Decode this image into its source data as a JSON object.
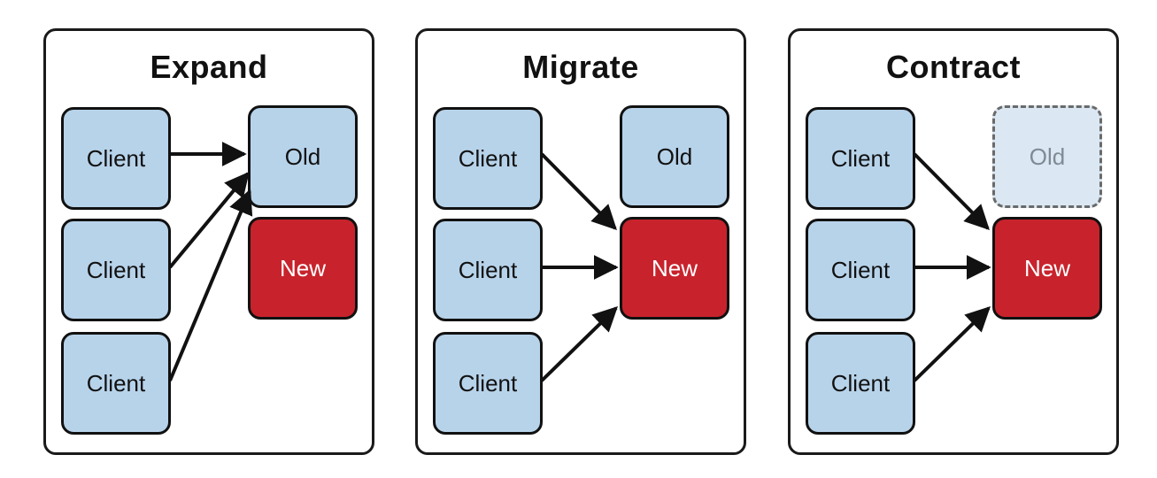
{
  "panels": [
    {
      "title": "Expand",
      "clients": [
        "Client",
        "Client",
        "Client"
      ],
      "old_label": "Old",
      "new_label": "New"
    },
    {
      "title": "Migrate",
      "clients": [
        "Client",
        "Client",
        "Client"
      ],
      "old_label": "Old",
      "new_label": "New"
    },
    {
      "title": "Contract",
      "clients": [
        "Client",
        "Client",
        "Client"
      ],
      "old_label": "Old",
      "new_label": "New"
    }
  ],
  "colors": {
    "client_fill": "#b7d3ea",
    "new_fill": "#c8232c",
    "removed_fill": "#dbe8f3",
    "stroke": "#111111"
  }
}
